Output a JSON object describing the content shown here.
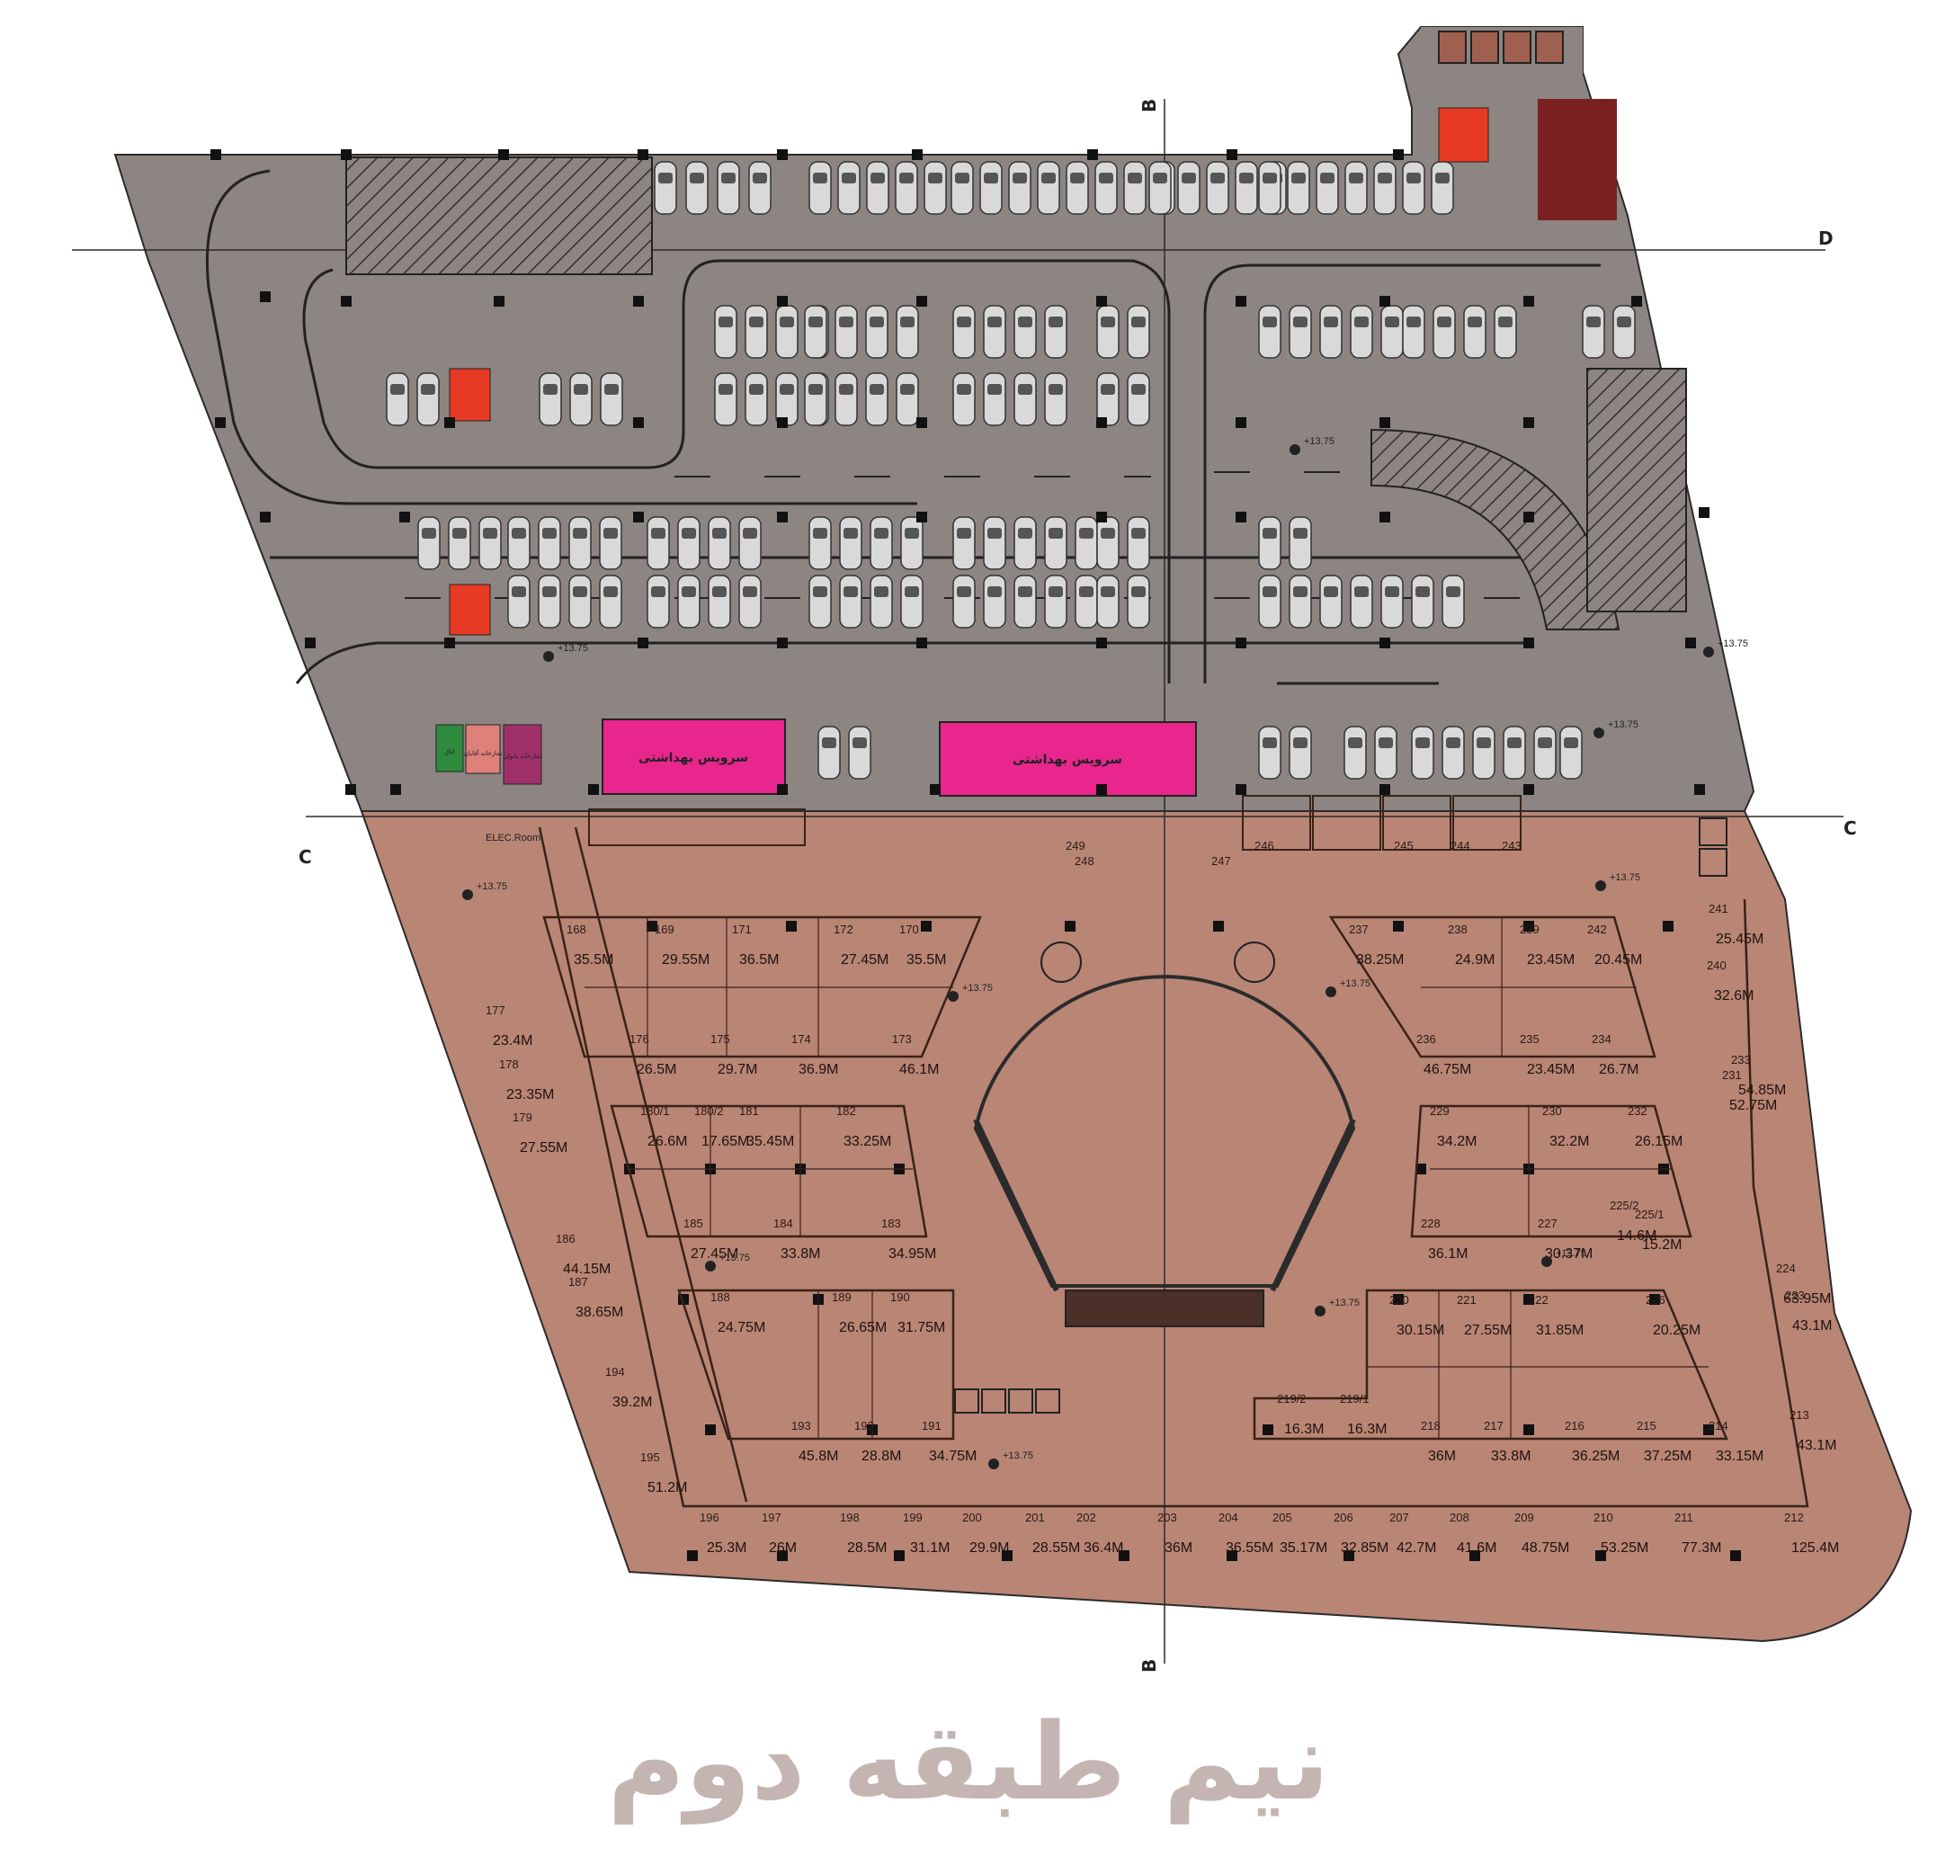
{
  "title": "نیم طبقه دوم",
  "colors": {
    "parking": "#8c8581",
    "retail": "#b98575",
    "wc_block": "#e8268e",
    "fire_stair": "#e63a24",
    "dark_room": "#7a2020",
    "line": "#2b2b2b"
  },
  "axes": {
    "b_top": "B",
    "b_bottom": "B",
    "d_right": "D",
    "c_left": "C",
    "c_right": "C"
  },
  "level_marks": [
    "+13.75",
    "+13.75",
    "+13.75",
    "+13.75",
    "+13.75",
    "+13.75",
    "+13.75",
    "+13.75",
    "+13.75",
    "+13.75",
    "+13.75",
    "+13.75"
  ],
  "wc_blocks": [
    "سرویس بهداشتی",
    "سرویس بهداشتی"
  ],
  "small_rooms": [
    "اتاق",
    "نمازخانه آقایان",
    "نمازخانه بانوان"
  ],
  "utility_label": "ELEC.Room",
  "shops": [
    {
      "num": "249"
    },
    {
      "num": "248"
    },
    {
      "num": "247"
    },
    {
      "num": "246"
    },
    {
      "num": "245"
    },
    {
      "num": "244"
    },
    {
      "num": "243"
    },
    {
      "num": "168",
      "area": "35.5M"
    },
    {
      "num": "169",
      "area": "29.55M"
    },
    {
      "num": "171",
      "area": "36.5M"
    },
    {
      "num": "172",
      "area": "27.45M"
    },
    {
      "num": "170",
      "area": "35.5M"
    },
    {
      "num": "176",
      "area": "26.5M"
    },
    {
      "num": "175",
      "area": "29.7M"
    },
    {
      "num": "174",
      "area": "36.9M"
    },
    {
      "num": "173",
      "area": "46.1M"
    },
    {
      "num": "180/1",
      "area": "26.6M"
    },
    {
      "num": "180/2",
      "area": "17.65M"
    },
    {
      "num": "181",
      "area": "35.45M"
    },
    {
      "num": "182",
      "area": "33.25M"
    },
    {
      "num": "185",
      "area": "27.45M"
    },
    {
      "num": "184",
      "area": "33.8M"
    },
    {
      "num": "183",
      "area": "34.95M"
    },
    {
      "num": "188",
      "area": "24.75M"
    },
    {
      "num": "189",
      "area": "26.65M"
    },
    {
      "num": "190",
      "area": "31.75M"
    },
    {
      "num": "193",
      "area": "45.8M"
    },
    {
      "num": "192",
      "area": "28.8M"
    },
    {
      "num": "191",
      "area": "34.75M"
    },
    {
      "num": "177",
      "area": "23.4M"
    },
    {
      "num": "178",
      "area": "23.35M"
    },
    {
      "num": "179",
      "area": "27.55M"
    },
    {
      "num": "186",
      "area": "44.15M"
    },
    {
      "num": "187",
      "area": "38.65M"
    },
    {
      "num": "194",
      "area": "39.2M"
    },
    {
      "num": "195",
      "area": "51.2M"
    },
    {
      "num": "196",
      "area": "25.3M"
    },
    {
      "num": "197",
      "area": "26M"
    },
    {
      "num": "198",
      "area": "28.5M"
    },
    {
      "num": "199",
      "area": "31.1M"
    },
    {
      "num": "200",
      "area": "29.9M"
    },
    {
      "num": "201",
      "area": "28.55M"
    },
    {
      "num": "202",
      "area": "36.4M"
    },
    {
      "num": "203",
      "area": "36M"
    },
    {
      "num": "204",
      "area": "36.55M"
    },
    {
      "num": "205",
      "area": "35.17M"
    },
    {
      "num": "206",
      "area": "32.85M"
    },
    {
      "num": "207",
      "area": "42.7M"
    },
    {
      "num": "208",
      "area": "41.6M"
    },
    {
      "num": "209",
      "area": "48.75M"
    },
    {
      "num": "210",
      "area": "53.25M"
    },
    {
      "num": "211",
      "area": "77.3M"
    },
    {
      "num": "212",
      "area": "125.4M"
    },
    {
      "num": "237",
      "area": "38.25M"
    },
    {
      "num": "238",
      "area": "24.9M"
    },
    {
      "num": "239",
      "area": "23.45M"
    },
    {
      "num": "242",
      "area": "20.45M"
    },
    {
      "num": "236",
      "area": "46.75M"
    },
    {
      "num": "235",
      "area": "23.45M"
    },
    {
      "num": "234",
      "area": "26.7M"
    },
    {
      "num": "229",
      "area": "34.2M"
    },
    {
      "num": "230",
      "area": "32.2M"
    },
    {
      "num": "232",
      "area": "26.15M"
    },
    {
      "num": "228",
      "area": "36.1M"
    },
    {
      "num": "227",
      "area": "30.37M"
    },
    {
      "num": "225/2",
      "area": "14.6M"
    },
    {
      "num": "225/1",
      "area": "15.2M"
    },
    {
      "num": "220",
      "area": "30.15M"
    },
    {
      "num": "221",
      "area": "27.55M"
    },
    {
      "num": "222",
      "area": "31.85M"
    },
    {
      "num": "226",
      "area": "20.25M"
    },
    {
      "num": "218",
      "area": "36M"
    },
    {
      "num": "217",
      "area": "33.8M"
    },
    {
      "num": "216",
      "area": "36.25M"
    },
    {
      "num": "215",
      "area": "37.25M"
    },
    {
      "num": "214",
      "area": "33.15M"
    },
    {
      "num": "219/2",
      "area": "16.3M"
    },
    {
      "num": "219/1",
      "area": "16.3M"
    },
    {
      "num": "241",
      "area": "25.45M"
    },
    {
      "num": "240",
      "area": "32.6M"
    },
    {
      "num": "233",
      "area": "54.85M"
    },
    {
      "num": "231",
      "area": "52.75M"
    },
    {
      "num": "224",
      "area": "63.95M"
    },
    {
      "num": "223",
      "area": "43.1M"
    },
    {
      "num": "213",
      "area": "43.1M"
    }
  ]
}
